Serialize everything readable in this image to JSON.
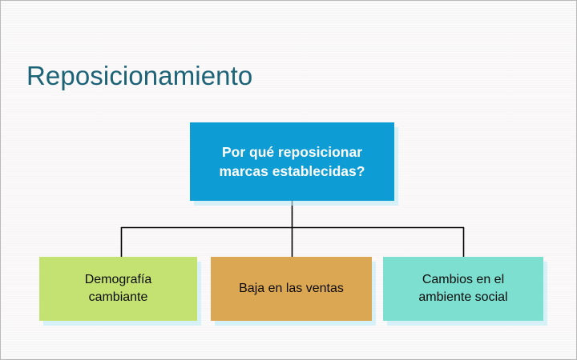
{
  "slide": {
    "title": "Reposicionamiento",
    "title_color": "#1d6377",
    "background_color": "#fbfafa"
  },
  "diagram": {
    "type": "org-chart",
    "root": {
      "label": "Por qué reposicionar\nmarcas establecidas?",
      "fill_color": "#0d9cd3",
      "text_color": "#ffffff"
    },
    "children": [
      {
        "label": "Demografía\ncambiante",
        "fill_color": "#c4e272",
        "text_color": "#0b0b0b"
      },
      {
        "label": "Baja en las ventas",
        "fill_color": "#dca753",
        "text_color": "#0b0b0b"
      },
      {
        "label": "Cambios en el\nambiente social",
        "fill_color": "#7ddfd0",
        "text_color": "#0b0b0b"
      }
    ],
    "connector_color": "#000000",
    "shadow_color": "#beebf6"
  }
}
